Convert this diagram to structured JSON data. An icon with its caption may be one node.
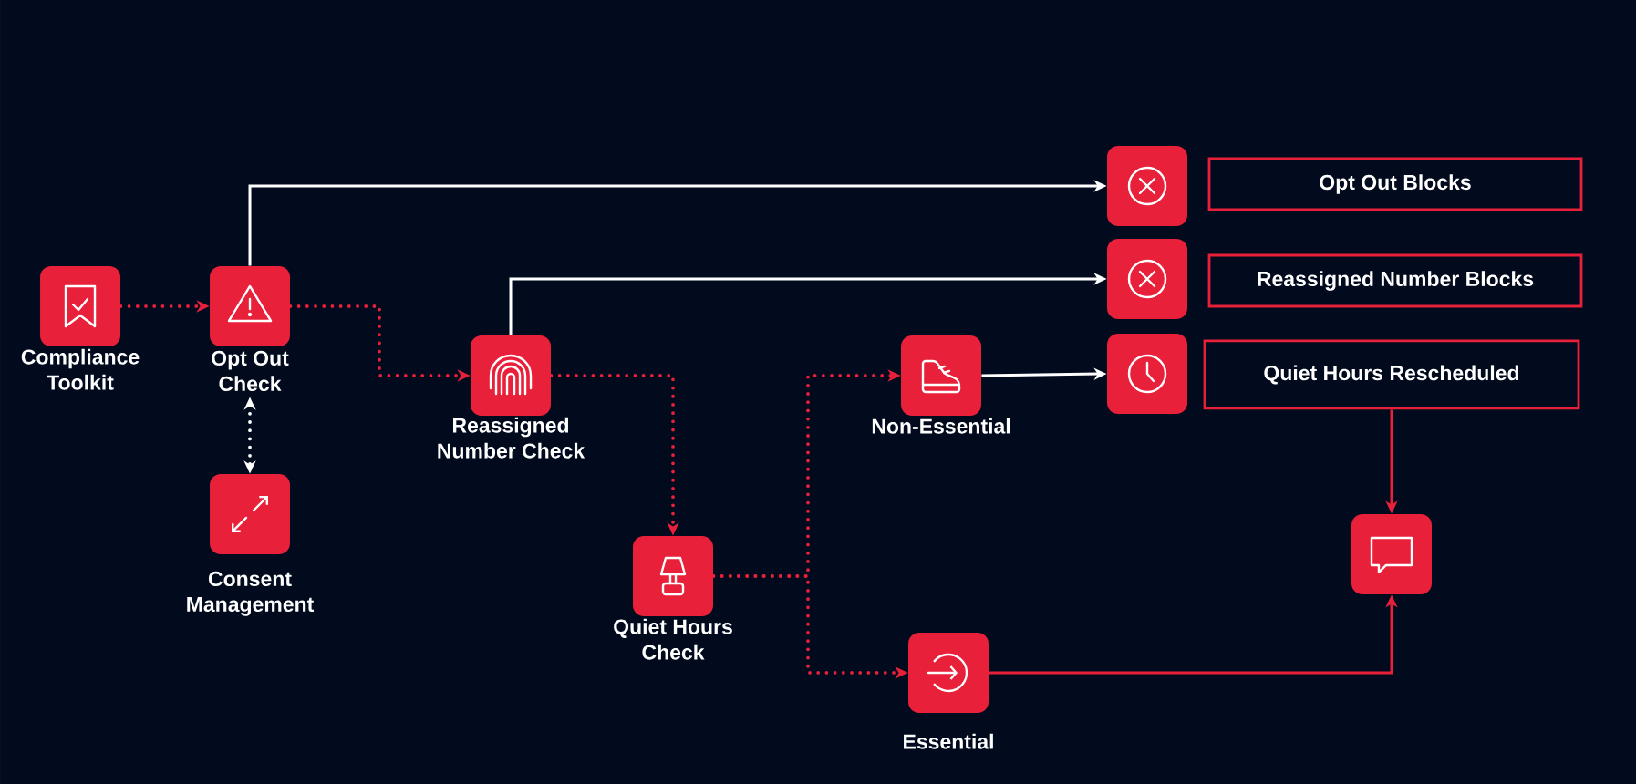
{
  "diagram": {
    "nodes": [
      {
        "text": [
          "Compliance Toolkit"
        ]
      },
      {
        "text": [
          "Opt Out Check"
        ]
      },
      {
        "text": [
          "Consent Management"
        ]
      },
      {
        "text": [
          "Reassigned Number Check"
        ]
      },
      {
        "text": [
          "Quiet Hours Check"
        ]
      },
      {
        "text": [
          "Non-Essential"
        ]
      },
      {
        "text": [
          "Essential"
        ]
      },
      {
        "text": [],
        "shape": "box"
      },
      {
        "text": [
          "Opt Out Blocks"
        ]
      },
      {
        "text": [],
        "shape": "box"
      },
      {
        "text": [
          "Reassigned Number Blocks"
        ]
      },
      {
        "text": [],
        "shape": "box"
      },
      {
        "text": [
          "Quiet Hours Rescheduled"
        ]
      },
      {
        "text": [],
        "shape": "box"
      }
    ],
    "edges": [
      {
        "from": 0,
        "to": 1,
        "arrow": "to",
        "style": "dashed"
      },
      {
        "from": 1,
        "to": 3,
        "arrow": "to",
        "style": "dashed"
      },
      {
        "from": 1,
        "to": 2,
        "arrow": "both",
        "style": "dashed",
        "color": "#ffffff"
      },
      {
        "from": 1,
        "to": 7,
        "arrow": "to",
        "color": "#ffffff"
      },
      {
        "from": 3,
        "to": 9,
        "arrow": "to",
        "color": "#ffffff"
      },
      {
        "from": 3,
        "to": 4,
        "arrow": "to",
        "style": "dashed"
      },
      {
        "from": 4,
        "to": 5,
        "arrow": "to",
        "style": "dashed"
      },
      {
        "from": 4,
        "to": 6,
        "arrow": "to",
        "style": "dashed"
      },
      {
        "from": 5,
        "to": 11,
        "arrow": "to",
        "color": "#ffffff"
      },
      {
        "from": 12,
        "to": 13,
        "arrow": "to"
      },
      {
        "from": 6,
        "to": 13,
        "arrow": "to"
      }
    ]
  }
}
